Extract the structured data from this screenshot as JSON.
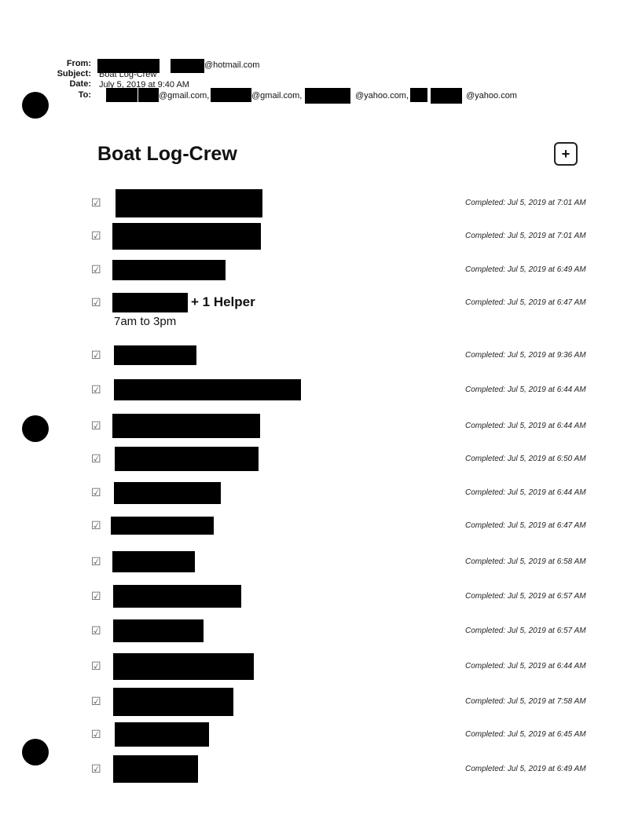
{
  "email": {
    "from_label": "From:",
    "from_value": "@hotmail.com",
    "subject_label": "Subject:",
    "subject_value": "Boat Log-Crew",
    "date_label": "Date:",
    "date_value": "July 5, 2019 at 9:40 AM",
    "to_label": "To:",
    "to_values": [
      "@gmail.com,",
      "@gmail.com,",
      "@yahoo.com,",
      "@yahoo.com"
    ]
  },
  "title": "Boat Log-Crew",
  "icon": "note-add-icon",
  "rows": [
    {
      "completed": "Completed: Jul 5, 2019 at 7:01 AM"
    },
    {
      "completed": "Completed: Jul 5, 2019 at 7:01 AM"
    },
    {
      "completed": "Completed: Jul 5, 2019 at 6:49 AM"
    },
    {
      "completed": "Completed: Jul 5, 2019 at 6:47 AM",
      "extra": "+ 1 Helper",
      "note": "7am to 3pm"
    },
    {
      "completed": "Completed: Jul 5, 2019 at 9:36 AM"
    },
    {
      "completed": "Completed: Jul 5, 2019 at 6:44 AM"
    },
    {
      "completed": "Completed: Jul 5, 2019 at 6:44 AM"
    },
    {
      "completed": "Completed: Jul 5, 2019 at 6:50 AM"
    },
    {
      "completed": "Completed: Jul 5, 2019 at 6:44 AM"
    },
    {
      "completed": "Completed: Jul 5, 2019 at 6:47 AM"
    },
    {
      "completed": "Completed: Jul 5, 2019 at 6:58 AM"
    },
    {
      "completed": "Completed: Jul 5, 2019 at 6:57 AM"
    },
    {
      "completed": "Completed: Jul 5, 2019 at 6:57 AM"
    },
    {
      "completed": "Completed: Jul 5, 2019 at 6:44 AM"
    },
    {
      "completed": "Completed: Jul 5, 2019 at 7:58 AM"
    },
    {
      "completed": "Completed: Jul 5, 2019 at 6:45 AM"
    },
    {
      "completed": "Completed: Jul 5, 2019 at 6:49 AM"
    }
  ]
}
